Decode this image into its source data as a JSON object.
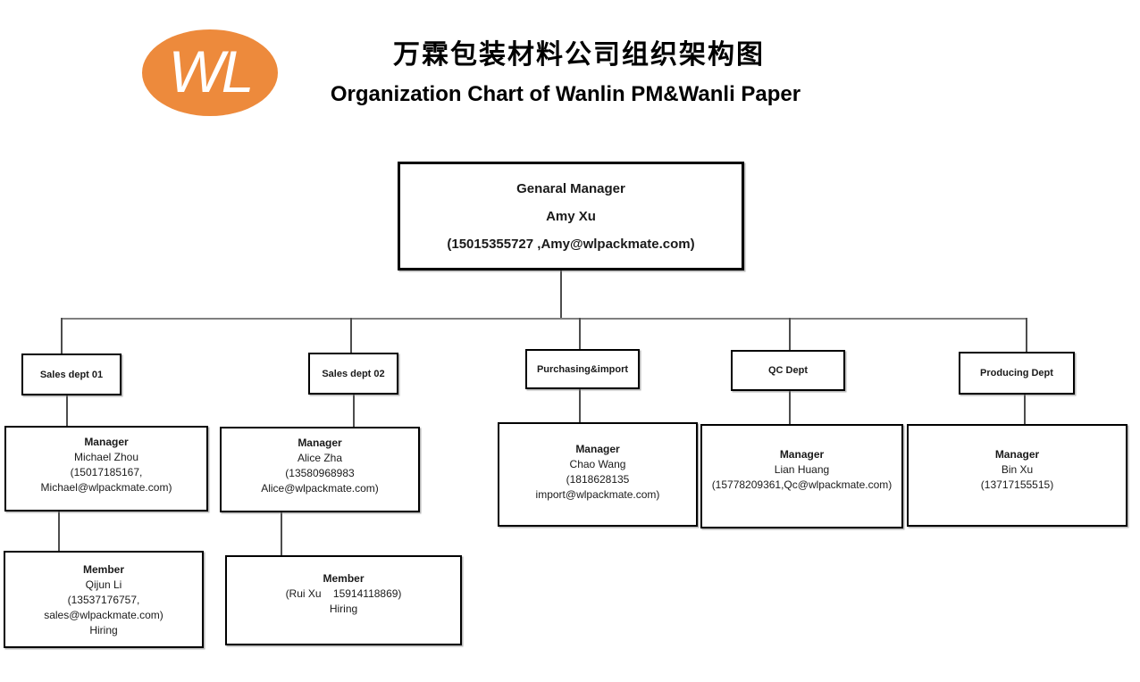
{
  "header": {
    "logo_text": "WL",
    "title_zh": "万霖包装材料公司组织架构图",
    "title_en": "Organization Chart of Wanlin PM&Wanli Paper"
  },
  "colors": {
    "logo_orange": "#ED8A3C",
    "box_border": "#000000",
    "connector": "#7f7f7f"
  },
  "org": {
    "general_manager": {
      "title": "Genaral Manager",
      "name": "Amy Xu",
      "contact": "(15015355727 ,Amy@wlpackmate.com)"
    },
    "departments": [
      {
        "label": "Sales dept 01"
      },
      {
        "label": "Sales dept 02"
      },
      {
        "label": "Purchasing&import"
      },
      {
        "label": "QC Dept"
      },
      {
        "label": "Producing Dept"
      }
    ],
    "managers": [
      {
        "role": "Manager",
        "lines": [
          "Michael Zhou",
          "(15017185167,",
          "Michael@wlpackmate.com)"
        ]
      },
      {
        "role": "Manager",
        "lines": [
          "Alice Zha",
          "(13580968983",
          "Alice@wlpackmate.com)"
        ]
      },
      {
        "role": "Manager",
        "lines": [
          "Chao Wang",
          "(1818628135",
          "import@wlpackmate.com)"
        ]
      },
      {
        "role": "Manager",
        "lines": [
          "Lian Huang",
          "(15778209361,Qc@wlpackmate.com)"
        ]
      },
      {
        "role": "Manager",
        "lines": [
          "Bin Xu",
          "(13717155515)"
        ]
      }
    ],
    "members": [
      {
        "role": "Member",
        "lines": [
          "Qijun Li",
          "(13537176757,",
          "sales@wlpackmate.com)",
          "Hiring"
        ]
      },
      {
        "role": "Member",
        "lines": [
          "(Rui Xu    15914118869)",
          "Hiring"
        ]
      }
    ]
  }
}
